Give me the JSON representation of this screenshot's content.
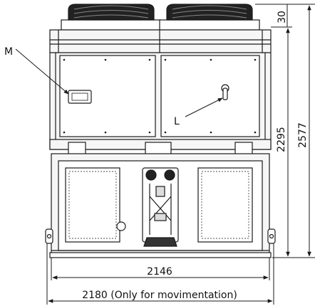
{
  "callouts": {
    "m": "M",
    "l": "L"
  },
  "dimensions": {
    "top_offset": "30",
    "height_inner": "2295",
    "height_total": "2577",
    "width_inner": "2146",
    "width_total": "2180 (Only for movimentation)"
  },
  "colors": {
    "line": "#1a1a1a",
    "frame_fill": "#f4f4f4",
    "panel_fill": "#ffffff",
    "dim_line": "#1a1a1a"
  }
}
